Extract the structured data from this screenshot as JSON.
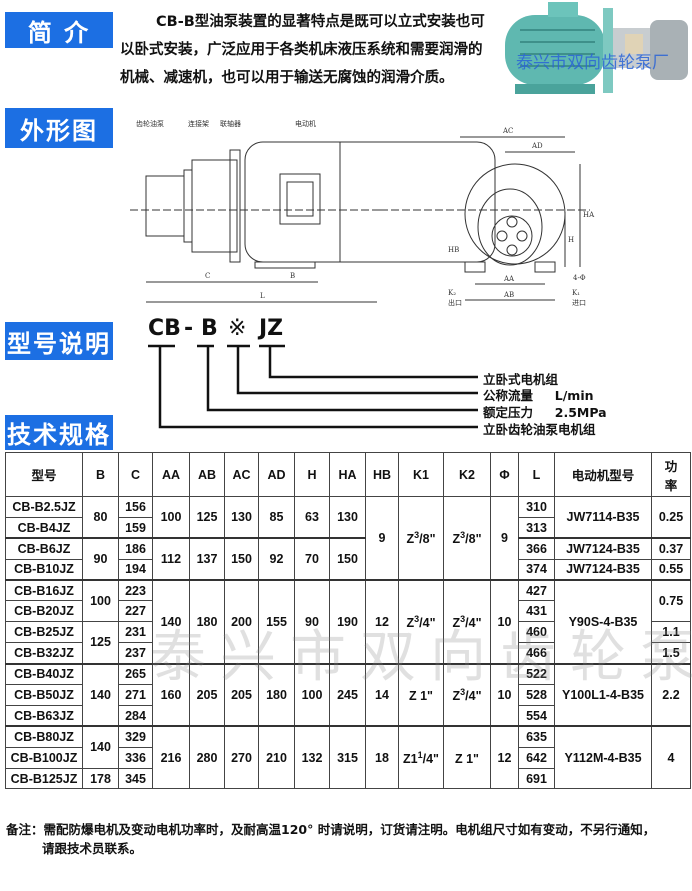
{
  "sections": {
    "intro": "简  介",
    "outline": "外形图",
    "model": "型号说明",
    "spec": "技术规格"
  },
  "intro": {
    "lines": [
      "CB-B型油泵装置的显著特点是既可以立式安装也可",
      "以卧式安装，广泛应用于各类机床液压系统和需要润滑的",
      "机械、减速机，也可以用于输送无腐蚀的润滑介质。"
    ]
  },
  "photo": {
    "watermark": "泰兴市双向齿轮泵厂"
  },
  "diagram": {
    "side_labels": [
      "齿轮油泵",
      "连接架",
      "联轴器",
      "电动机"
    ],
    "dims": {
      "C": "C",
      "B": "B",
      "L": "L",
      "AC": "AC",
      "AD": "AD",
      "HA": "HA",
      "H": "H",
      "HB": "HB",
      "AA": "AA",
      "AB": "AB",
      "K2": "K₂",
      "K1": "K₁",
      "holes": "4-Φ"
    },
    "outlet": "出口",
    "inlet": "进口"
  },
  "model_code": {
    "parts": [
      "CB",
      "-",
      "B",
      "※",
      "JZ"
    ],
    "meanings": [
      "立卧式电机组",
      "公称流量     L/min",
      "额定压力     2.5MPa",
      "立卧齿轮油泵电机组"
    ]
  },
  "table": {
    "headers": [
      "型号",
      "B",
      "C",
      "AA",
      "AB",
      "AC",
      "AD",
      "H",
      "HA",
      "HB",
      "K1",
      "K2",
      "Φ",
      "L",
      "电动机型号",
      "功\n率"
    ],
    "rows": [
      {
        "model": "CB-B2.5JZ",
        "B": "80",
        "C": "156",
        "AA": "100",
        "AB": "125",
        "AC": "130",
        "AD": "85",
        "H": "63",
        "HA": "130",
        "HB": "9",
        "K1": {
          "pre": "Z",
          "sup": "3",
          "post": "/8\""
        },
        "K2": {
          "pre": "Z",
          "sup": "3",
          "post": "/8\""
        },
        "phi": "9",
        "L": "310",
        "motor": "JW7114-B35",
        "power": "0.25"
      },
      {
        "model": "CB-B4JZ",
        "C": "159",
        "L": "313"
      },
      {
        "model": "CB-B6JZ",
        "B": "90",
        "C": "186",
        "AA": "112",
        "AB": "137",
        "AC": "150",
        "AD": "92",
        "H": "70",
        "HA": "150",
        "L": "366",
        "motor": "JW7124-B35",
        "power": "0.37"
      },
      {
        "model": "CB-B10JZ",
        "C": "194",
        "L": "374",
        "motor": "JW7124-B35",
        "power": "0.55"
      },
      {
        "model": "CB-B16JZ",
        "B": "100",
        "C": "223",
        "AA": "140",
        "AB": "180",
        "AC": "200",
        "AD": "155",
        "H": "90",
        "HA": "190",
        "HB": "12",
        "K1": {
          "pre": "Z",
          "sup": "3",
          "post": "/4\""
        },
        "K2": {
          "pre": "Z",
          "sup": "3",
          "post": "/4\""
        },
        "phi": "10",
        "L": "427",
        "motor": "Y90S-4-B35",
        "power": "0.75"
      },
      {
        "model": "CB-B20JZ",
        "C": "227",
        "L": "431"
      },
      {
        "model": "CB-B25JZ",
        "B": "125",
        "C": "231",
        "L": "460",
        "power": "1.1"
      },
      {
        "model": "CB-B32JZ",
        "C": "237",
        "L": "466",
        "power": "1.5"
      },
      {
        "model": "CB-B40JZ",
        "B": "140",
        "C": "265",
        "AA": "160",
        "AB": "205",
        "AC": "205",
        "AD": "180",
        "H": "100",
        "HA": "245",
        "HB": "14",
        "K1": {
          "pre": "Z 1\"",
          "sup": "",
          "post": ""
        },
        "K2": {
          "pre": "Z",
          "sup": "3",
          "post": "/4\""
        },
        "phi": "10",
        "L": "522",
        "motor": "Y100L1-4-B35",
        "power": "2.2"
      },
      {
        "model": "CB-B50JZ",
        "C": "271",
        "L": "528"
      },
      {
        "model": "CB-B63JZ",
        "C": "284",
        "L": "554"
      },
      {
        "model": "CB-B80JZ",
        "B": "140",
        "C": "329",
        "AA": "216",
        "AB": "280",
        "AC": "270",
        "AD": "210",
        "H": "132",
        "HA": "315",
        "HB": "18",
        "K1": {
          "pre": "Z1",
          "sup": "1",
          "post": "/4\""
        },
        "K2": {
          "pre": "Z 1\"",
          "sup": "",
          "post": ""
        },
        "phi": "12",
        "L": "635",
        "motor": "Y112M-4-B35",
        "power": "4"
      },
      {
        "model": "CB-B100JZ",
        "C": "336",
        "L": "642"
      },
      {
        "model": "CB-B125JZ",
        "B": "178",
        "C": "345",
        "L": "691"
      }
    ]
  },
  "watermark": "泰兴市双向齿轮泵厂",
  "note": {
    "line1": "备注：需配防爆电机及变动电机功率时，及耐高温120° 时请说明，订货请注明。电机组尺寸如有变动，不另行通知，",
    "line2": "请跟技术员联系。"
  }
}
